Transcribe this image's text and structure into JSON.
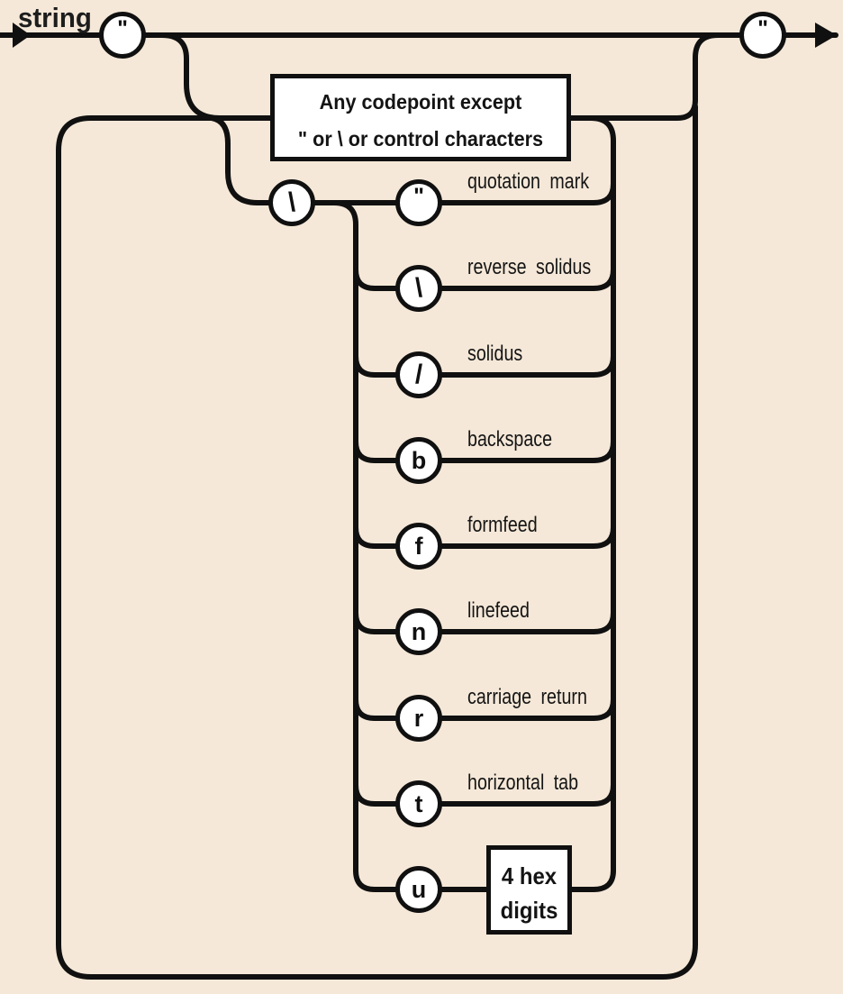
{
  "title": "string",
  "terminals": {
    "open_quote": "\"",
    "close_quote": "\""
  },
  "any_codepoint_box": {
    "line1": "Any codepoint except",
    "line2": "\" or \\ or control characters"
  },
  "escape_prefix": "\\",
  "escapes": [
    {
      "char": "\"",
      "label": "quotation mark"
    },
    {
      "char": "\\",
      "label": "reverse solidus"
    },
    {
      "char": "/",
      "label": "solidus"
    },
    {
      "char": "b",
      "label": "backspace"
    },
    {
      "char": "f",
      "label": "formfeed"
    },
    {
      "char": "n",
      "label": "linefeed"
    },
    {
      "char": "r",
      "label": "carriage return"
    },
    {
      "char": "t",
      "label": "horizontal tab"
    },
    {
      "char": "u",
      "label": ""
    }
  ],
  "hex_box": {
    "line1": "4 hex",
    "line2": "digits"
  },
  "colors": {
    "background": "#f5e8d8",
    "line": "#101010",
    "node_fill": "#ffffff",
    "text": "#151515"
  }
}
